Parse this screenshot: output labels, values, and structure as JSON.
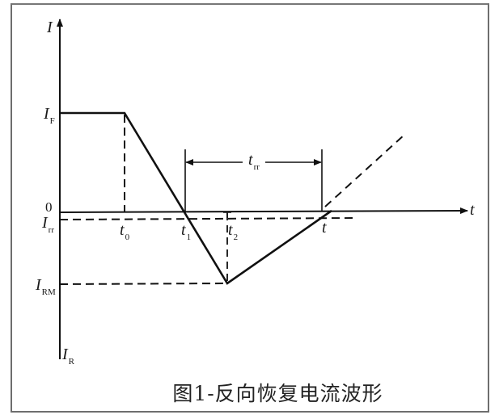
{
  "figure": {
    "caption": "图1-反向恢复电流波形",
    "axes": {
      "y_label": "I",
      "x_label": "t",
      "origin_label": "0"
    },
    "y_levels": {
      "I_F": {
        "main": "I",
        "sub": "F"
      },
      "I_rr": {
        "main": "I",
        "sub": "rr"
      },
      "I_RM": {
        "main": "I",
        "sub": "RM"
      },
      "I_R": {
        "main": "I",
        "sub": "R"
      }
    },
    "time_marks": {
      "t0": {
        "main": "t",
        "sub": "0"
      },
      "t1": {
        "main": "t",
        "sub": "1"
      },
      "t2": {
        "main": "t",
        "sub": "2"
      },
      "t": {
        "main": "t",
        "sub": ""
      }
    },
    "interval": {
      "main": "t",
      "sub": "rr"
    },
    "colors": {
      "line": "#111111",
      "frame": "#6e6e6e",
      "text": "#1a1a1a"
    }
  }
}
